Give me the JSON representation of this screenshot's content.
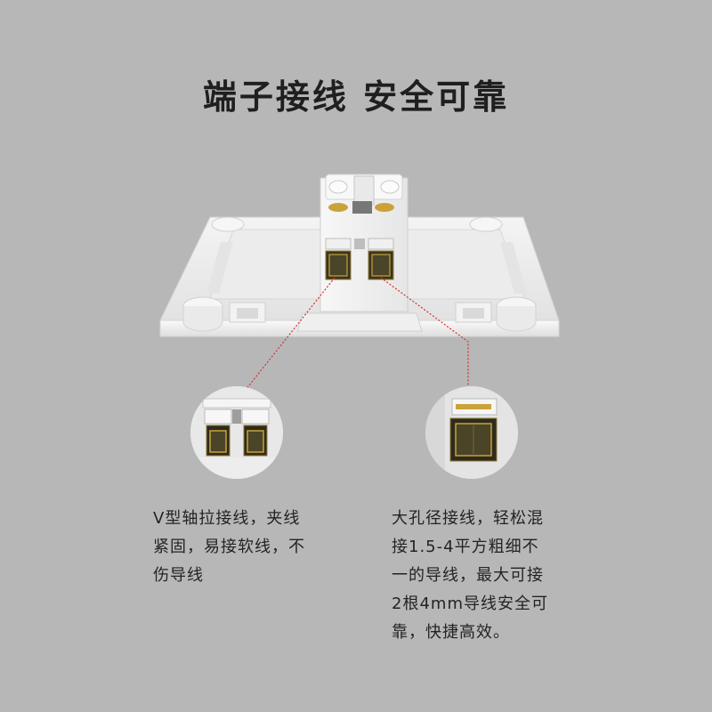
{
  "title": "端子接线 安全可靠",
  "left_description": {
    "lines": [
      "V型轴拉接线，夹线",
      "紧固，易接软线，不",
      "伤导线"
    ]
  },
  "right_description": {
    "lines": [
      "大孔径接线，轻松混",
      "接1.5-4平方粗细不",
      "一的导线，最大可接",
      "2根4mm导线安全可",
      "靠，快捷高效。"
    ]
  },
  "colors": {
    "background": "#b7b7b7",
    "title": "#1f1f1f",
    "text": "#232323",
    "callout_line": "#d62f2f",
    "terminal_brass": "#c9a23a"
  }
}
